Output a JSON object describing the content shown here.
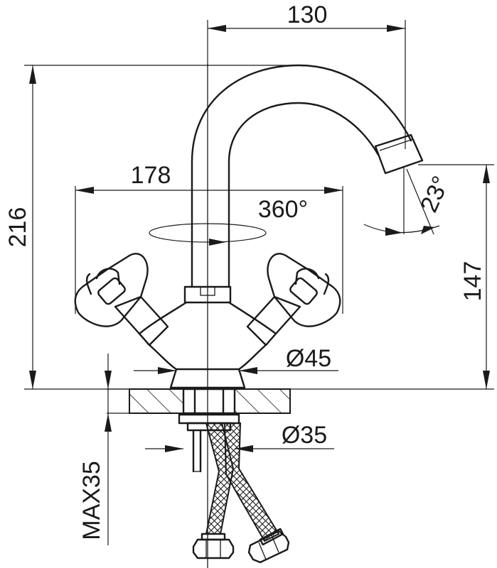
{
  "dimensions": {
    "spout_reach": "130",
    "total_height": "216",
    "handle_span": "178",
    "rotation": "360°",
    "spout_angle": "23°",
    "spout_height": "147",
    "base_diameter": "Ø45",
    "hole_diameter": "Ø35",
    "max_thickness": "MAX35"
  }
}
